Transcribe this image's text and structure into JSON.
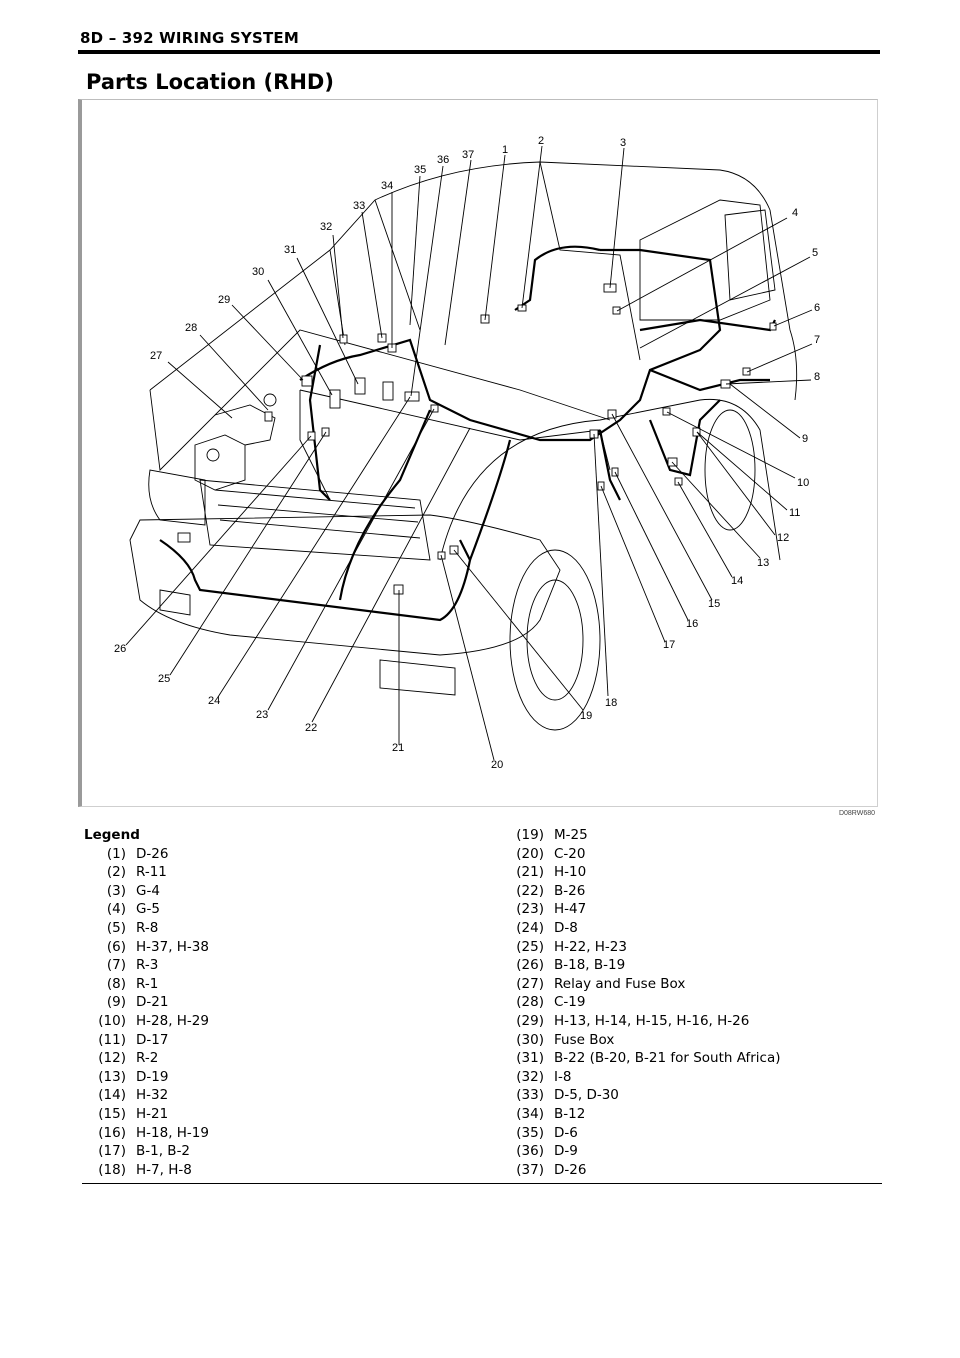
{
  "header": {
    "title": "8D – 392 WIRING SYSTEM"
  },
  "section": {
    "title": "Parts Location (RHD)"
  },
  "figure": {
    "code": "D08RW680"
  },
  "legend": {
    "heading": "Legend",
    "items": [
      {
        "num": "(1)",
        "text": "D-26"
      },
      {
        "num": "(2)",
        "text": "R-11"
      },
      {
        "num": "(3)",
        "text": "G-4"
      },
      {
        "num": "(4)",
        "text": "G-5"
      },
      {
        "num": "(5)",
        "text": "R-8"
      },
      {
        "num": "(6)",
        "text": "H-37, H-38"
      },
      {
        "num": "(7)",
        "text": "R-3"
      },
      {
        "num": "(8)",
        "text": "R-1"
      },
      {
        "num": "(9)",
        "text": "D-21"
      },
      {
        "num": "(10)",
        "text": "H-28, H-29"
      },
      {
        "num": "(11)",
        "text": "D-17"
      },
      {
        "num": "(12)",
        "text": "R-2"
      },
      {
        "num": "(13)",
        "text": "D-19"
      },
      {
        "num": "(14)",
        "text": "H-32"
      },
      {
        "num": "(15)",
        "text": "H-21"
      },
      {
        "num": "(16)",
        "text": "H-18, H-19"
      },
      {
        "num": "(17)",
        "text": "B-1, B-2"
      },
      {
        "num": "(18)",
        "text": "H-7, H-8"
      },
      {
        "num": "(19)",
        "text": "M-25"
      },
      {
        "num": "(20)",
        "text": "C-20"
      },
      {
        "num": "(21)",
        "text": "H-10"
      },
      {
        "num": "(22)",
        "text": "B-26"
      },
      {
        "num": "(23)",
        "text": "H-47"
      },
      {
        "num": "(24)",
        "text": "D-8"
      },
      {
        "num": "(25)",
        "text": "H-22, H-23"
      },
      {
        "num": "(26)",
        "text": "B-18, B-19"
      },
      {
        "num": "(27)",
        "text": "Relay and Fuse Box"
      },
      {
        "num": "(28)",
        "text": "C-19"
      },
      {
        "num": "(29)",
        "text": "H-13, H-14, H-15, H-16, H-26"
      },
      {
        "num": "(30)",
        "text": "Fuse Box"
      },
      {
        "num": "(31)",
        "text": "B-22 (B-20, B-21 for South Africa)"
      },
      {
        "num": "(32)",
        "text": "I-8"
      },
      {
        "num": "(33)",
        "text": "D-5, D-30"
      },
      {
        "num": "(34)",
        "text": "B-12"
      },
      {
        "num": "(35)",
        "text": "D-6"
      },
      {
        "num": "(36)",
        "text": "D-9"
      },
      {
        "num": "(37)",
        "text": "D-26"
      }
    ]
  },
  "callouts": [
    "1",
    "2",
    "3",
    "4",
    "5",
    "6",
    "7",
    "8",
    "9",
    "10",
    "11",
    "12",
    "13",
    "14",
    "15",
    "16",
    "17",
    "18",
    "19",
    "20",
    "21",
    "22",
    "23",
    "24",
    "25",
    "26",
    "27",
    "28",
    "29",
    "30",
    "31",
    "32",
    "33",
    "34",
    "35",
    "36",
    "37"
  ]
}
